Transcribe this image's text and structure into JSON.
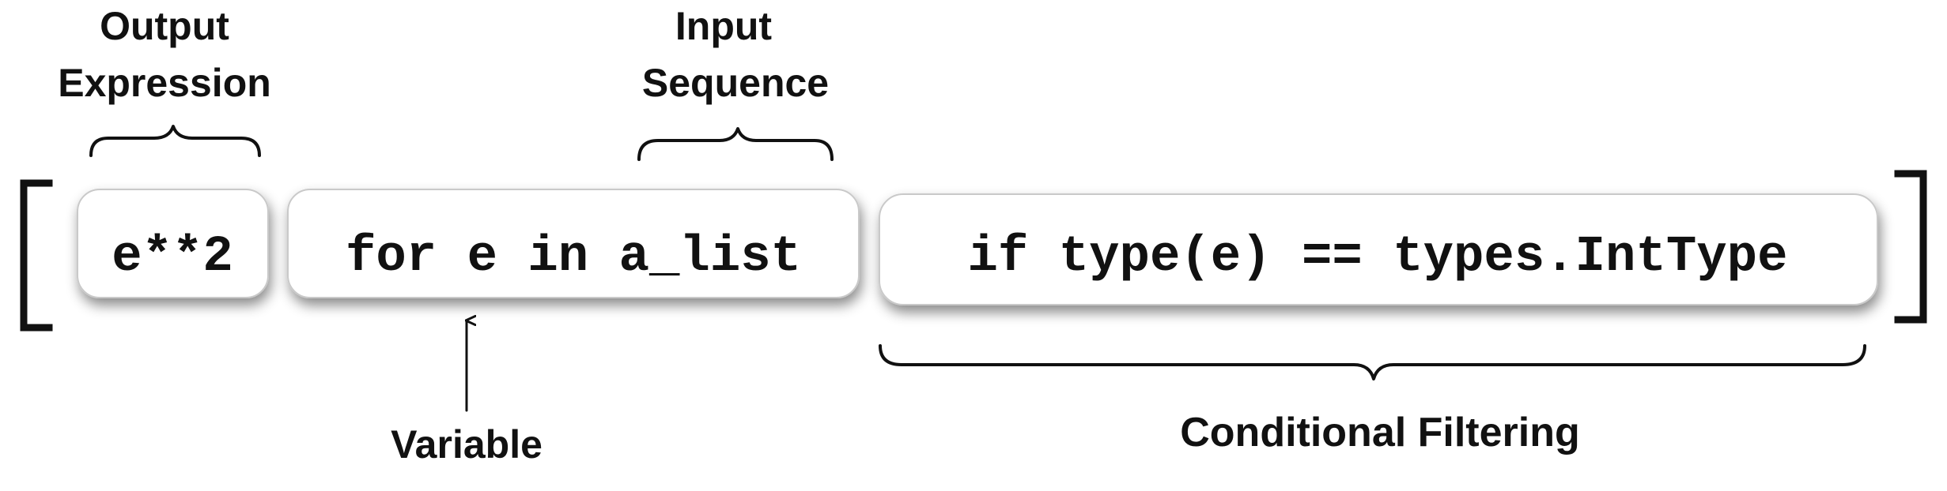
{
  "labels": {
    "output_expression_line1": "Output",
    "output_expression_line2": "Expression",
    "input_sequence_line1": "Input",
    "input_sequence_line2": "Sequence",
    "variable": "Variable",
    "conditional_filtering": "Conditional Filtering"
  },
  "code": {
    "output": "e**2",
    "for_clause": "for e in a_list",
    "if_clause": "if type(e) == types.IntType"
  },
  "colors": {
    "text": "#111111",
    "box_fill": "#ffffff",
    "box_border": "#c9c9c9",
    "shadow": "#000000"
  }
}
